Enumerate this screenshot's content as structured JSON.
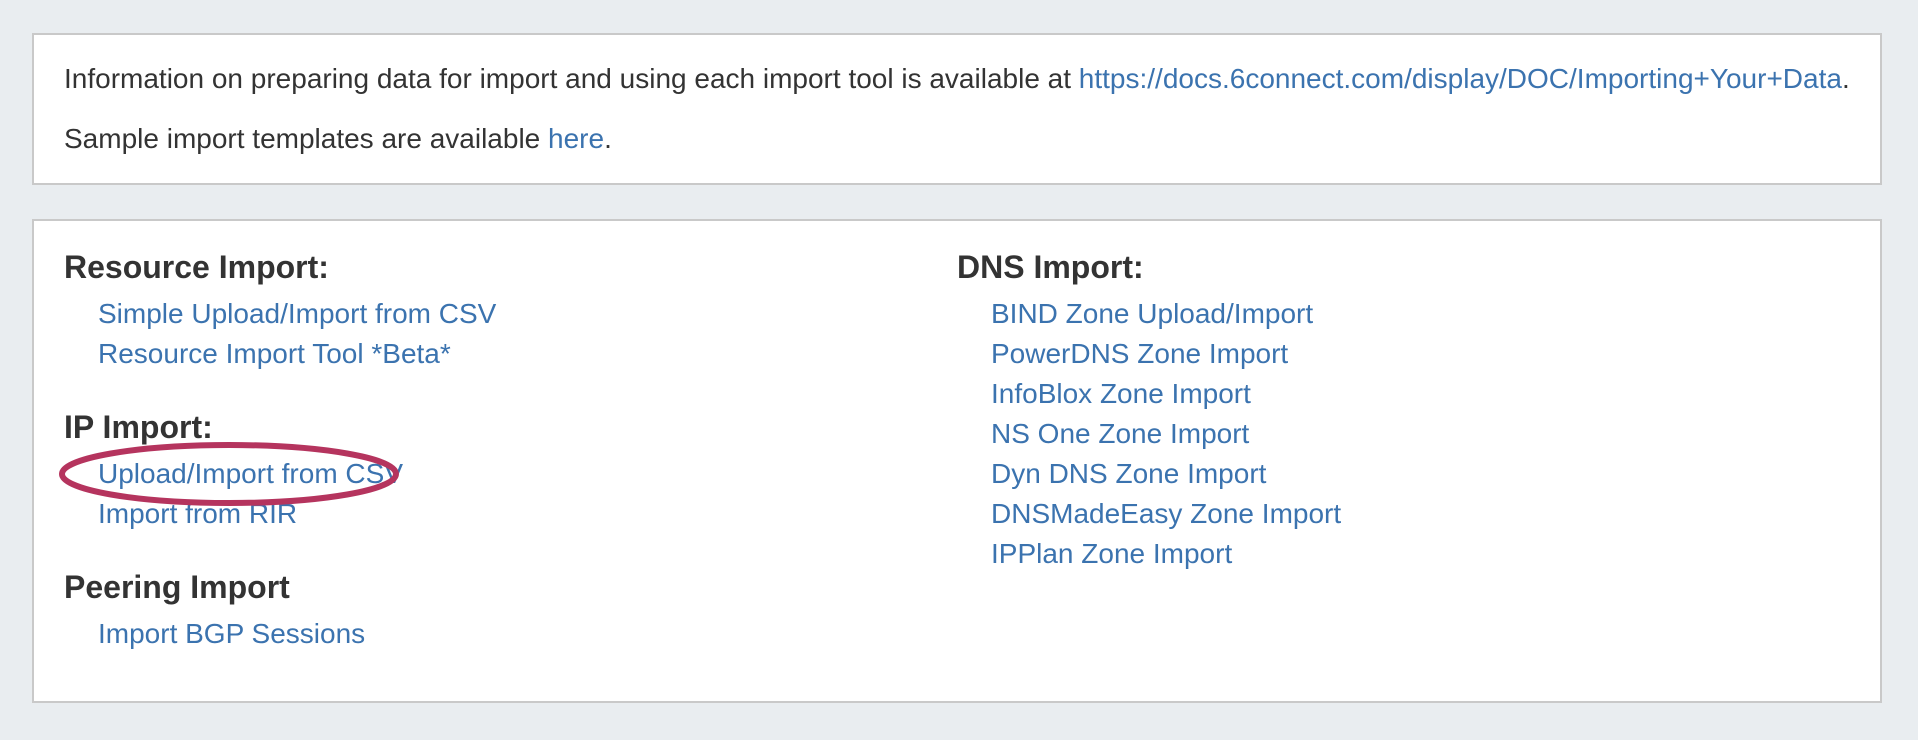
{
  "info_panel": {
    "line1_before": "Information on preparing data for import and using each import tool is available at ",
    "line1_link": "https://docs.6connect.com/display/DOC/Importing+Your+Data",
    "line1_after": ".",
    "line2_before": "Sample import templates are available ",
    "line2_link": "here",
    "line2_after": "."
  },
  "import_panel": {
    "left_sections": [
      {
        "heading": "Resource Import:",
        "links": [
          "Simple Upload/Import from CSV",
          "Resource Import Tool *Beta*"
        ]
      },
      {
        "heading": "IP Import:",
        "links": [
          "Upload/Import from CSV",
          "Import from RIR"
        ]
      },
      {
        "heading": "Peering Import",
        "links": [
          "Import BGP Sessions"
        ]
      }
    ],
    "right_sections": [
      {
        "heading": "DNS Import:",
        "links": [
          "BIND Zone Upload/Import",
          "PowerDNS Zone Import",
          "InfoBlox Zone Import",
          "NS One Zone Import",
          "Dyn DNS Zone Import",
          "DNSMadeEasy Zone Import",
          "IPPlan Zone Import"
        ]
      }
    ],
    "annotation": {
      "shape": "ellipse",
      "target": "Upload/Import from CSV",
      "color": "#b5345e"
    }
  },
  "colors": {
    "page_background": "#e9edf0",
    "panel_background": "#ffffff",
    "panel_border": "#c9c9c9",
    "body_text": "#333333",
    "heading_text": "#333333",
    "link": "#3b73af",
    "annotation": "#b5345e"
  }
}
